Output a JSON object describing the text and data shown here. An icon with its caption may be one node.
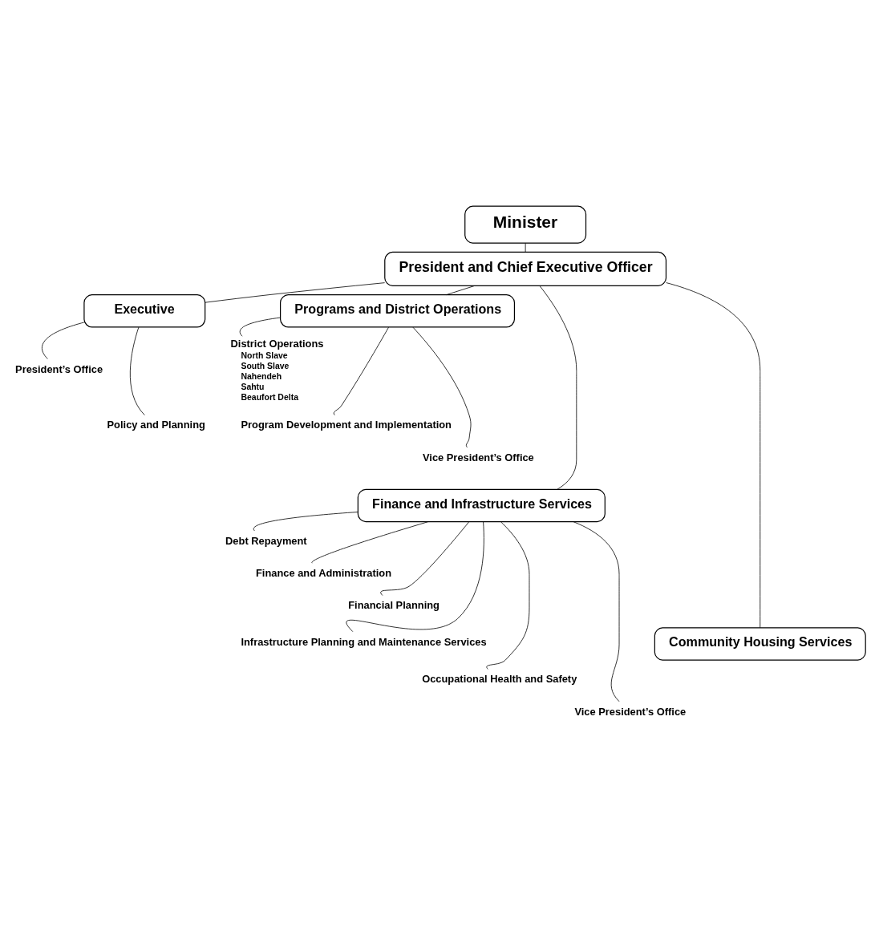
{
  "diagram": {
    "nodes": [
      {
        "text": [
          "Minister"
        ]
      },
      {
        "text": [
          "President and Chief Executive Officer"
        ]
      },
      {
        "text": [
          "Executive"
        ]
      },
      {
        "text": [
          "Programs and District Operations"
        ]
      },
      {
        "text": [
          "President’s Office"
        ]
      },
      {
        "text": [
          "Policy and Planning"
        ]
      },
      {
        "text": [
          "District Operations",
          "North Slave",
          "South Slave",
          "Nahendeh",
          "Sahtu",
          "Beaufort Delta"
        ]
      },
      {
        "text": [
          "Program Development and Implementation"
        ]
      },
      {
        "text": [
          "Finance and Infrastructure Services"
        ]
      },
      {
        "text": [
          "Vice President’s Office"
        ]
      },
      {
        "text": [
          "Community Housing Services"
        ]
      },
      {
        "text": [
          "Debt Repayment"
        ]
      },
      {
        "text": [
          "Finance and Administration"
        ]
      },
      {
        "text": [
          "Financial Planning"
        ]
      },
      {
        "text": [
          "Infrastructure Planning and Maintenance Services"
        ]
      },
      {
        "text": [
          "Occupational Health and Safety"
        ]
      },
      {
        "text": [
          "Vice President’s Office"
        ]
      }
    ],
    "edges": [
      {
        "from": 0,
        "to": 1,
        "arrow": "none"
      },
      {
        "from": 1,
        "to": 2,
        "arrow": "none"
      },
      {
        "from": 1,
        "to": 3,
        "arrow": "none"
      },
      {
        "from": 1,
        "to": 8,
        "arrow": "none"
      },
      {
        "from": 1,
        "to": 10,
        "arrow": "none"
      },
      {
        "from": 2,
        "to": 4,
        "arrow": "none"
      },
      {
        "from": 2,
        "to": 5,
        "arrow": "none"
      },
      {
        "from": 3,
        "to": 6,
        "arrow": "none"
      },
      {
        "from": 3,
        "to": 7,
        "arrow": "none"
      },
      {
        "from": 3,
        "to": 9,
        "arrow": "none"
      },
      {
        "from": 8,
        "to": 11,
        "arrow": "none"
      },
      {
        "from": 8,
        "to": 12,
        "arrow": "none"
      },
      {
        "from": 8,
        "to": 13,
        "arrow": "none"
      },
      {
        "from": 8,
        "to": 14,
        "arrow": "none"
      },
      {
        "from": 8,
        "to": 15,
        "arrow": "none"
      },
      {
        "from": 8,
        "to": 16,
        "arrow": "none"
      }
    ]
  }
}
